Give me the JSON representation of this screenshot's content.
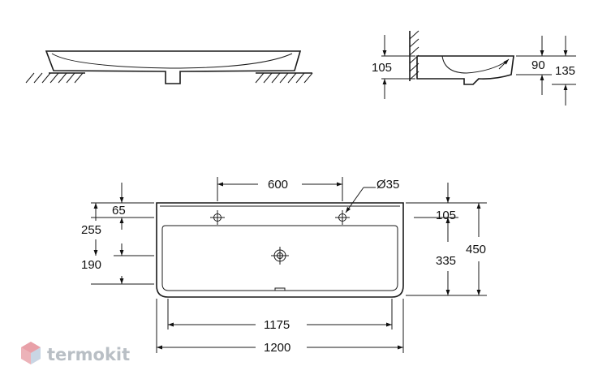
{
  "dimensions": {
    "side_depth_105": "105",
    "side_rim_90": "90",
    "side_total_135": "135",
    "front_hole_spacing_600": "600",
    "front_tap_hole_diameter": "Ø35",
    "front_rim_65": "65",
    "front_bowl_height_255": "255",
    "front_bowl_offset_190": "190",
    "front_right_105": "105",
    "front_right_335": "335",
    "front_total_depth_450": "450",
    "front_inner_width_1175": "1175",
    "front_total_width_1200": "1200"
  },
  "watermark": {
    "brand": "termokit",
    "brand_color": "#e8a0a8",
    "text_color": "#b9bfc5"
  }
}
